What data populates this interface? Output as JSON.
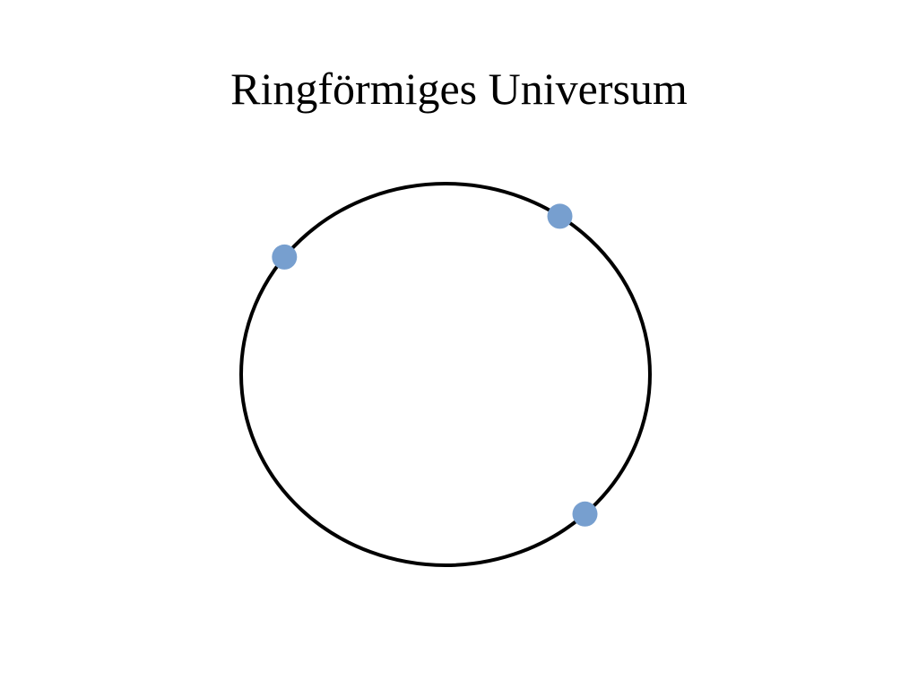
{
  "slide": {
    "title": "Ringförmiges Universum"
  },
  "diagram": {
    "ring_color": "#000000",
    "point_color": "#779fcf",
    "points": [
      {
        "name": "point-top-right",
        "angle_deg": -56
      },
      {
        "name": "point-left",
        "angle_deg": -142
      },
      {
        "name": "point-bottom-right",
        "angle_deg": 47
      }
    ]
  }
}
